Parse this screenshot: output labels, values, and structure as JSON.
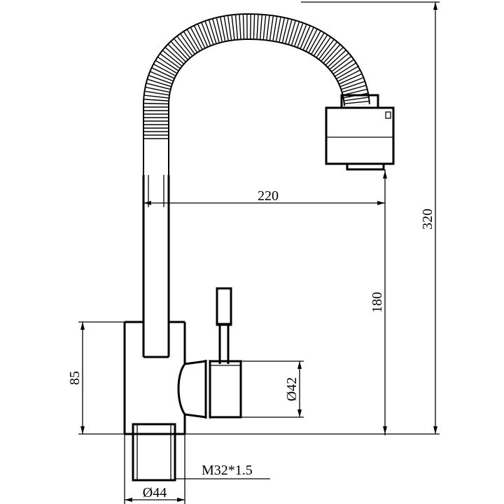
{
  "dimensions": {
    "spout_reach": "220",
    "total_height": "320",
    "spout_height": "180",
    "body_height": "85",
    "handle_diameter": "Ø42",
    "thread": "M32*1.5",
    "base_diameter": "Ø44"
  }
}
